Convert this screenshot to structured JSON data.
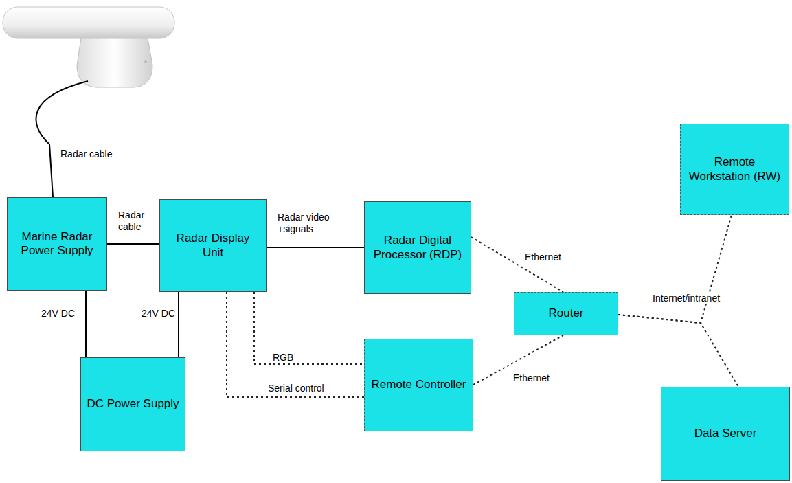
{
  "diagram": {
    "nodes": [
      {
        "text": [
          "Marine Radar Power Supply"
        ]
      },
      {
        "text": [
          "Radar Display Unit"
        ]
      },
      {
        "text": [
          "Radar Digital Processor (RDP)"
        ]
      },
      {
        "text": [
          "Router"
        ]
      },
      {
        "text": [
          "Remote Workstation (RW)"
        ]
      },
      {
        "text": [
          "DC Power Supply"
        ]
      },
      {
        "text": [
          "Remote Controller"
        ]
      },
      {
        "text": [
          "Data Server"
        ]
      }
    ],
    "edges": [
      {
        "from": 0,
        "to": 1,
        "label": "Radar cable",
        "arrow": "none"
      },
      {
        "from": 1,
        "to": 2,
        "label": "Radar video +signals",
        "arrow": "none"
      },
      {
        "from": 0,
        "to": 5,
        "label": "24V DC",
        "arrow": "none"
      },
      {
        "from": 1,
        "to": 5,
        "label": "24V DC",
        "arrow": "none"
      },
      {
        "from": 1,
        "to": 6,
        "label": "RGB",
        "arrow": "none"
      },
      {
        "from": 1,
        "to": 6,
        "label": "Serial control",
        "arrow": "none"
      },
      {
        "from": 2,
        "to": 3,
        "label": "Ethernet",
        "arrow": "none"
      },
      {
        "from": 6,
        "to": 3,
        "label": "Ethernet",
        "arrow": "none"
      },
      {
        "from": 3,
        "to": 4,
        "label": "Internet/intranet",
        "arrow": "none"
      },
      {
        "from": 3,
        "to": 7,
        "arrow": "none"
      }
    ],
    "labels": [
      "Radar cable"
    ]
  }
}
